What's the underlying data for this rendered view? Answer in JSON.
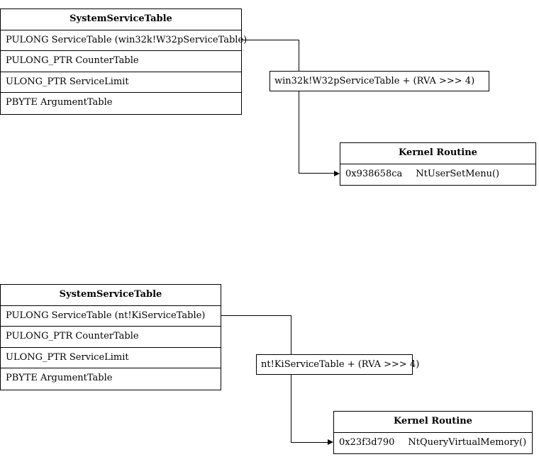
{
  "colors": {
    "line": "#000000",
    "box_background": "#ffffff",
    "text": "#000000"
  },
  "diagrams": [
    {
      "id": "win32k-shadow-table",
      "struct_table": {
        "title": "SystemServiceTable",
        "rows": [
          "PULONG ServiceTable (win32k!W32pServiceTable)",
          "PULONG_PTR CounterTable",
          "ULONG_PTR ServiceLimit",
          "PBYTE ArgumentTable"
        ]
      },
      "pointer_label": "win32k!W32pServiceTable + (RVA >>> 4)",
      "kernel_routine_table": {
        "title": "Kernel Routine",
        "address": "0x938658ca",
        "routine": "NtUserSetMenu()"
      }
    },
    {
      "id": "nt-service-table",
      "struct_table": {
        "title": "SystemServiceTable",
        "rows": [
          "PULONG ServiceTable (nt!KiServiceTable)",
          "PULONG_PTR CounterTable",
          "ULONG_PTR ServiceLimit",
          "PBYTE ArgumentTable"
        ]
      },
      "pointer_label": "nt!KiServiceTable + (RVA >>> 4)",
      "kernel_routine_table": {
        "title": "Kernel Routine",
        "address": "0x23f3d790",
        "routine": "NtQueryVirtualMemory()"
      }
    }
  ]
}
